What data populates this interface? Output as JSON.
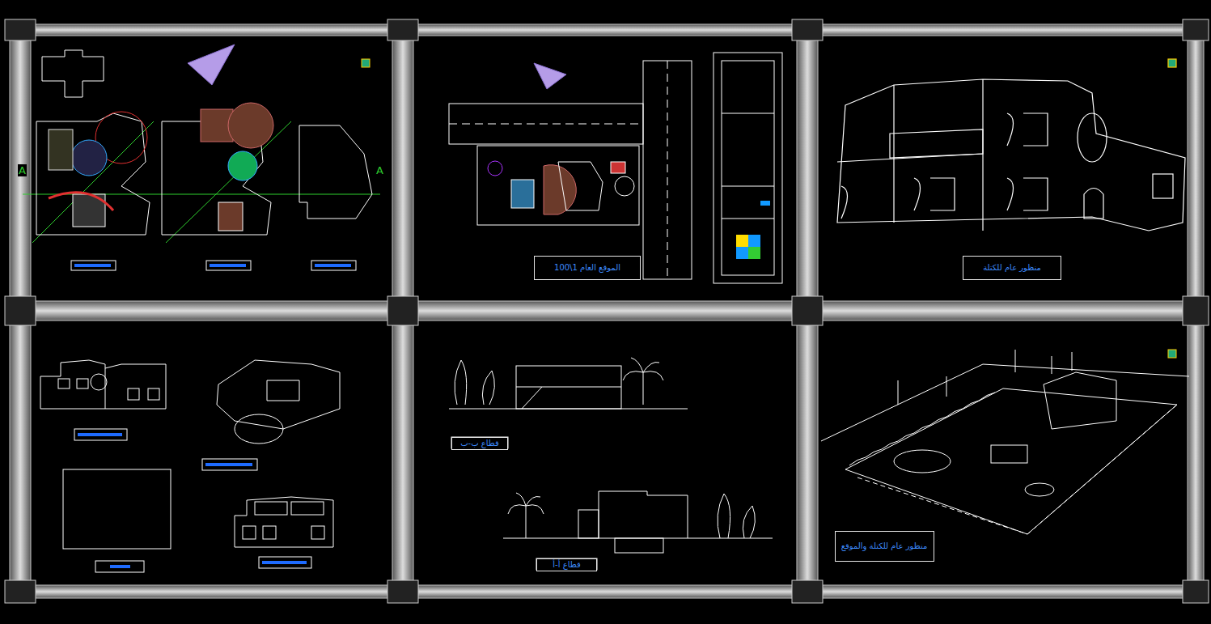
{
  "diagram": {
    "nodes": [
      {
        "text": [
          "الموقع العام 1\\100"
        ]
      },
      {
        "text": [
          "منظور عام للكتلة"
        ]
      },
      {
        "text": [
          "قطاع ب-ب"
        ]
      },
      {
        "text": [
          "قطاع أ-أ"
        ]
      },
      {
        "text": [
          "منظور عام للكتلة والموقع"
        ]
      }
    ],
    "labels": [
      "A",
      "A"
    ]
  }
}
